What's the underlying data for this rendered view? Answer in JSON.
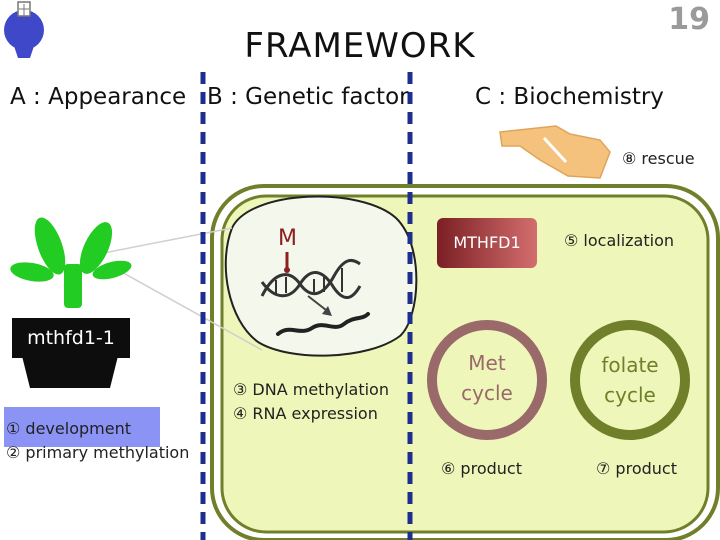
{
  "page_number": "19",
  "title": "FRAMEWORK",
  "headers": {
    "a": "A : Appearance",
    "b": "B : Genetic factor",
    "c": "C : Biochemistry"
  },
  "mutant_label": "mthfd1-1",
  "methyl_mark": "M",
  "labels": {
    "development": "① development",
    "primary_methylation": "② primary methylation",
    "dna_methylation": "③ DNA methylation",
    "rna_expression": "④ RNA expression",
    "localization": "⑤ localization",
    "product_met": "⑥ product",
    "product_folate": "⑦ product",
    "rescue": "⑧ rescue"
  },
  "enzyme": "MTHFD1",
  "cycles": {
    "met_line1": "Met",
    "met_line2": "cycle",
    "folate_line1": "folate",
    "folate_line2": "cycle"
  },
  "colors": {
    "cell_fill": "#eef7b9",
    "cell_border": "#6f7f2a",
    "dashed_divider": "#1e2e8c",
    "met_cycle": "#9a6a6a",
    "folate_cycle": "#6f7f2a",
    "plant": "#22cc22",
    "highlight": "#8b93f4"
  }
}
